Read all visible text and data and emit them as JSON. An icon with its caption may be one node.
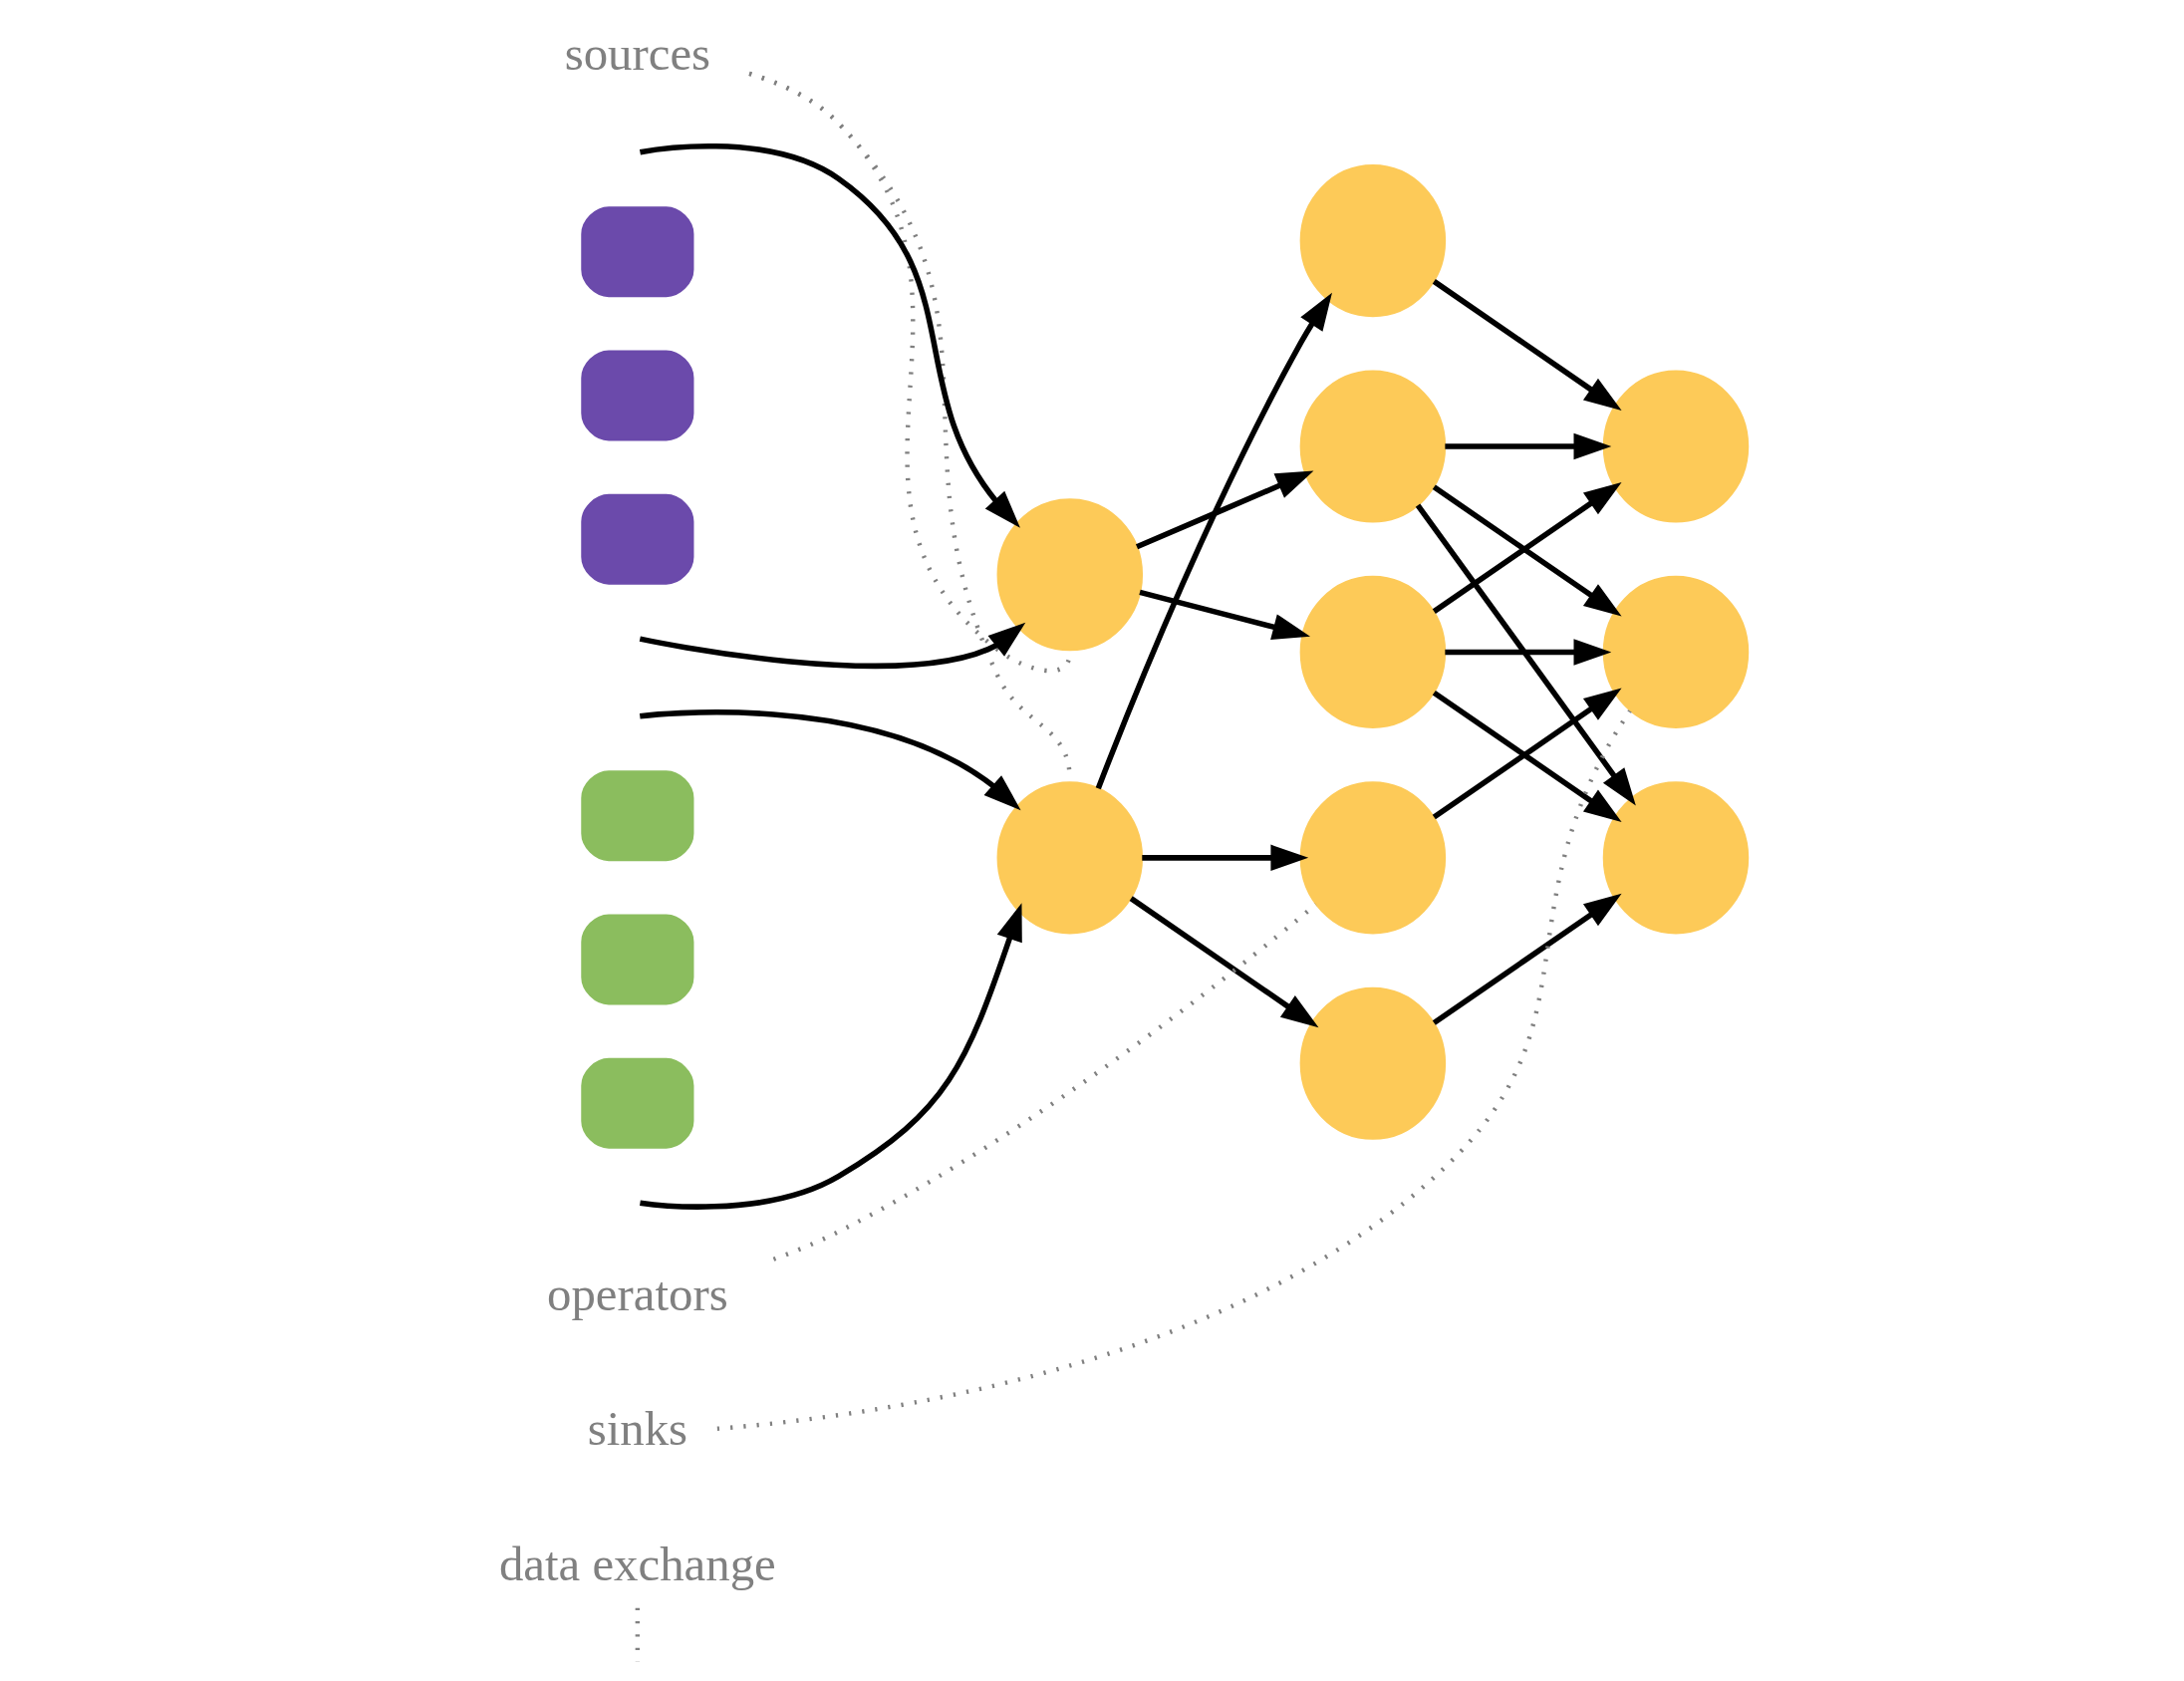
{
  "diagram": {
    "nodes": [
      {
        "text": [
          "data exchange"
        ]
      },
      {
        "text": [],
        "shape": "box"
      },
      {
        "text": [],
        "shape": "box"
      },
      {
        "text": [],
        "shape": "box"
      },
      {
        "text": [],
        "shape": "circle"
      },
      {
        "text": [],
        "shape": "circle"
      },
      {
        "text": [],
        "shape": "circle"
      },
      {
        "text": [],
        "shape": "circle"
      },
      {
        "text": [],
        "shape": "circle"
      },
      {
        "text": [
          "sources"
        ]
      },
      {
        "text": [],
        "shape": "circle"
      },
      {
        "text": [],
        "shape": "circle"
      },
      {
        "text": [],
        "shape": "box"
      },
      {
        "text": [],
        "shape": "box"
      },
      {
        "text": [],
        "shape": "box"
      },
      {
        "text": [],
        "shape": "circle"
      },
      {
        "text": [],
        "shape": "circle"
      },
      {
        "text": [],
        "shape": "circle"
      },
      {
        "text": [
          "sinks"
        ]
      },
      {
        "text": [
          "operators"
        ]
      }
    ],
    "edges": [
      {
        "from": null,
        "to": 4,
        "arrow": "to"
      },
      {
        "from": null,
        "to": 4,
        "arrow": "to"
      },
      {
        "from": null,
        "to": 15,
        "arrow": "to"
      },
      {
        "from": null,
        "to": 15,
        "arrow": "to"
      },
      {
        "from": 4,
        "to": 5,
        "arrow": "to"
      },
      {
        "from": 4,
        "to": 6,
        "arrow": "to"
      },
      {
        "from": 15,
        "to": 10,
        "arrow": "to"
      },
      {
        "from": 15,
        "to": 16,
        "arrow": "to"
      },
      {
        "from": 15,
        "to": 17,
        "arrow": "to"
      },
      {
        "from": 5,
        "to": 7,
        "arrow": "to"
      },
      {
        "from": 5,
        "to": 8,
        "arrow": "to"
      },
      {
        "from": 5,
        "to": 11,
        "arrow": "to"
      },
      {
        "from": 6,
        "to": 7,
        "arrow": "to"
      },
      {
        "from": 6,
        "to": 8,
        "arrow": "to"
      },
      {
        "from": 6,
        "to": 11,
        "arrow": "to"
      },
      {
        "from": 10,
        "to": 7,
        "arrow": "to"
      },
      {
        "from": 16,
        "to": 8,
        "arrow": "to"
      },
      {
        "from": 17,
        "to": 11,
        "arrow": "to"
      },
      {
        "from": 9,
        "to": 4,
        "arrow": "none",
        "style": "dashed",
        "color": "#808080"
      },
      {
        "from": 9,
        "to": 15,
        "arrow": "none",
        "style": "dashed",
        "color": "#808080"
      },
      {
        "from": 19,
        "to": 17,
        "arrow": "none",
        "style": "dashed",
        "color": "#808080"
      },
      {
        "from": 18,
        "to": 11,
        "arrow": "none",
        "style": "dashed",
        "color": "#808080"
      },
      {
        "from": 0,
        "to": null,
        "arrow": "none",
        "style": "dashed",
        "color": "#808080"
      }
    ]
  }
}
